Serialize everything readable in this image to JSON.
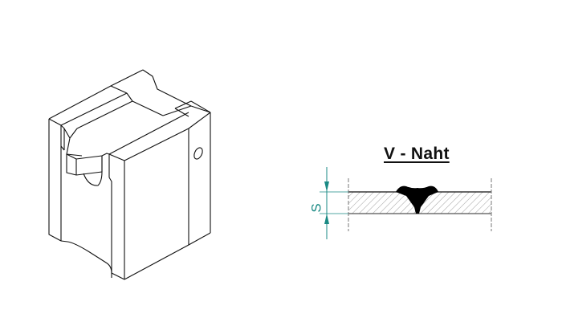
{
  "weld_diagram": {
    "title": "V - Naht",
    "dimension_label": "S",
    "colors": {
      "line": "#111111",
      "dimension": "#1a8a84",
      "hatch": "#888888",
      "weld_fill": "#000000",
      "background": "#ffffff"
    }
  },
  "isometric_drawing": {
    "description": "Isometric line drawing of a V-groove welding fixture block with round hole on side face"
  }
}
